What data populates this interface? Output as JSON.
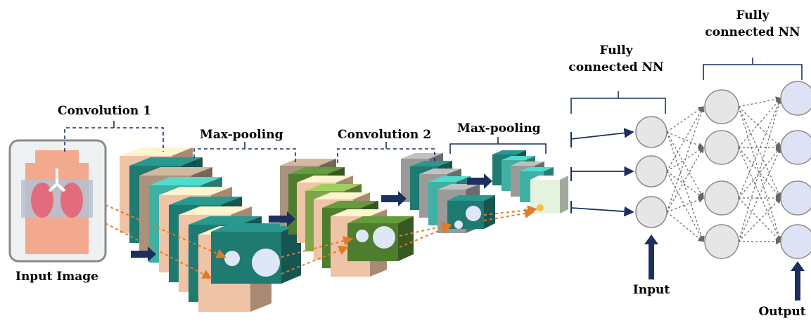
{
  "labels": {
    "input_image": "Input Image",
    "conv1": "Convolution 1",
    "maxpool1": "Max-pooling",
    "conv2": "Convolution 2",
    "maxpool2": "Max-pooling",
    "fc1_line1": "Fully",
    "fc1_line2": "connected NN",
    "fc2_line1": "Fully",
    "fc2_line2": "connected NN",
    "input": "Input",
    "output": "Output"
  },
  "colors": {
    "navy": "#1c2f5e",
    "teal": "#1f7a72",
    "teal_light": "#3fb0a4",
    "peach": "#efc3a6",
    "taupe": "#a9927e",
    "green": "#4f7d2e",
    "green_light": "#7fa64b",
    "gray_block": "#9a9a9a",
    "mint": "#e4f2de",
    "node_gray": "#e6e6e6",
    "node_blue": "#dde3f4",
    "orange_dash": "#e07b2a",
    "lung": "#e26b7d",
    "body": "#f2a98e"
  }
}
